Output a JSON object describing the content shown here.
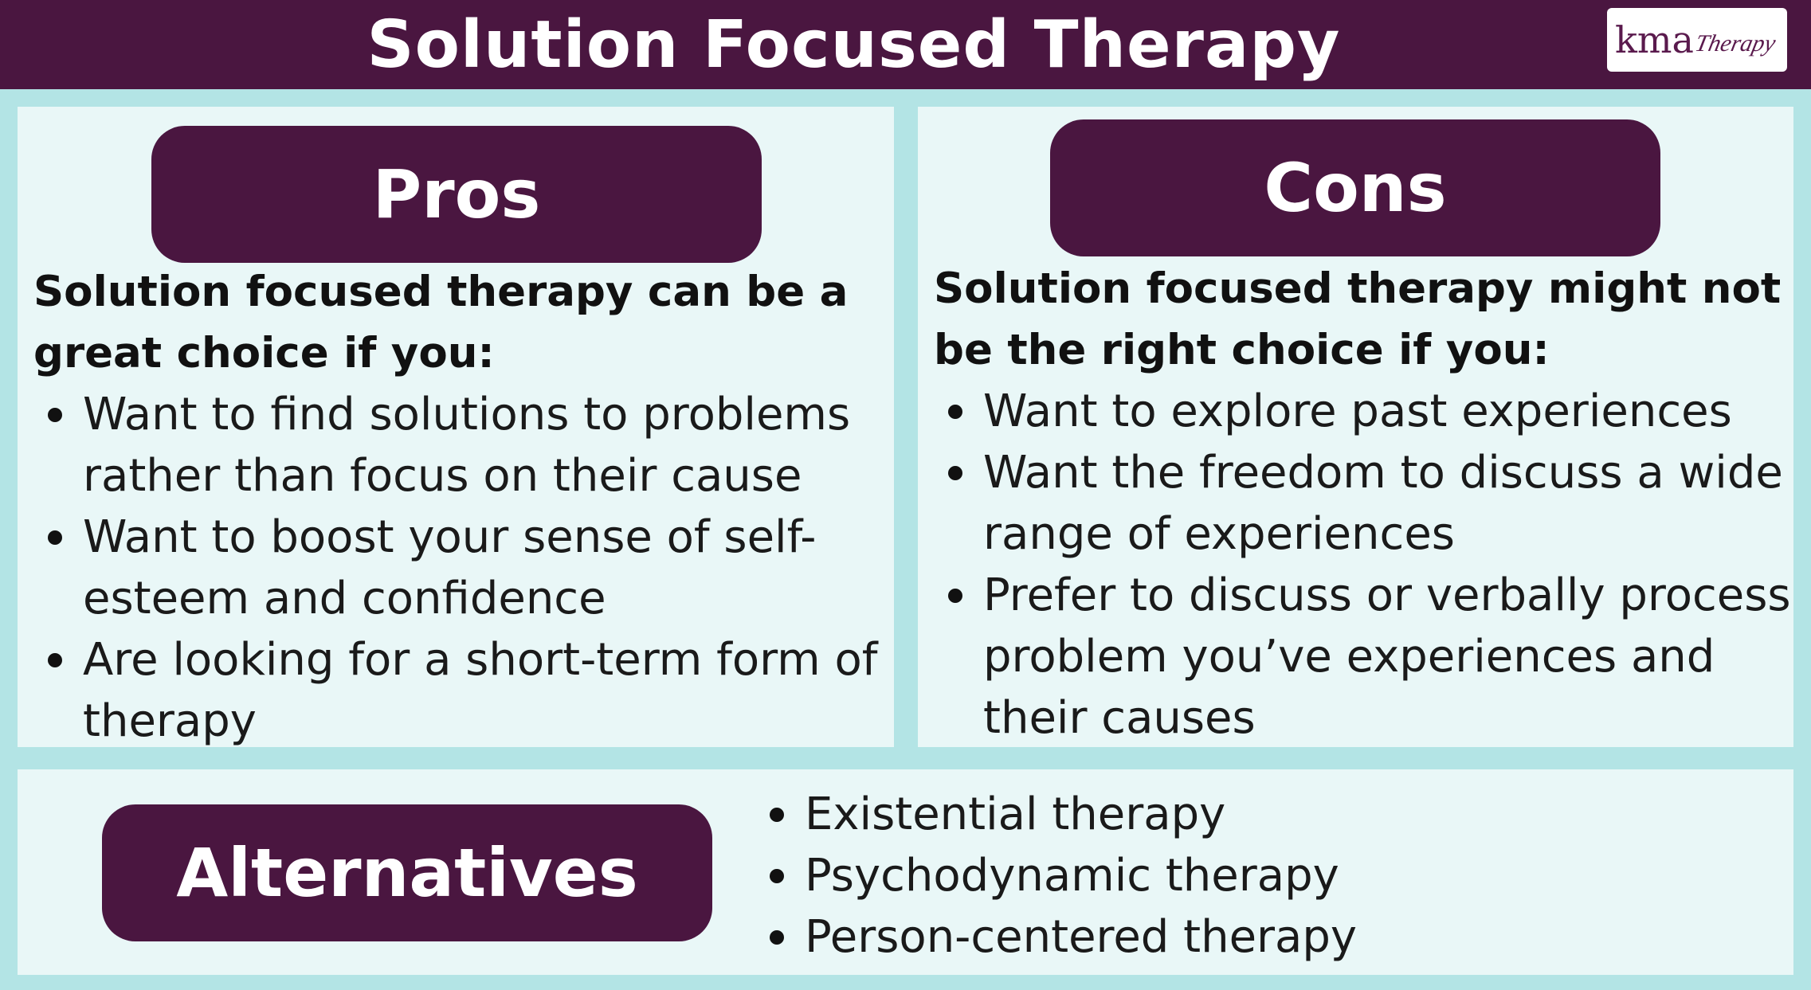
{
  "header": {
    "title": "Solution Focused Therapy",
    "logo": {
      "primary": "kma",
      "secondary": "Therapy"
    }
  },
  "pros": {
    "heading": "Pros",
    "intro": "Solution focused therapy can be a great choice if you:",
    "items": [
      "Want to find solutions to problems rather than focus on their cause",
      "Want to boost your sense of self-esteem and confidence",
      "Are looking for a short-term form of therapy"
    ]
  },
  "cons": {
    "heading": "Cons",
    "intro": "Solution focused therapy might not be the right choice if you:",
    "items": [
      "Want to explore past experiences",
      "Want the freedom to discuss a wide range of experiences",
      "Prefer to discuss or verbally process problem you’ve experiences and their causes"
    ]
  },
  "alternatives": {
    "heading": "Alternatives",
    "items": [
      "Existential therapy",
      "Psychodynamic therapy",
      "Person-centered therapy"
    ]
  },
  "colors": {
    "brand": "#4a1640",
    "background": "#b3e4e5",
    "panel": "#e9f7f7",
    "text": "#111111"
  }
}
